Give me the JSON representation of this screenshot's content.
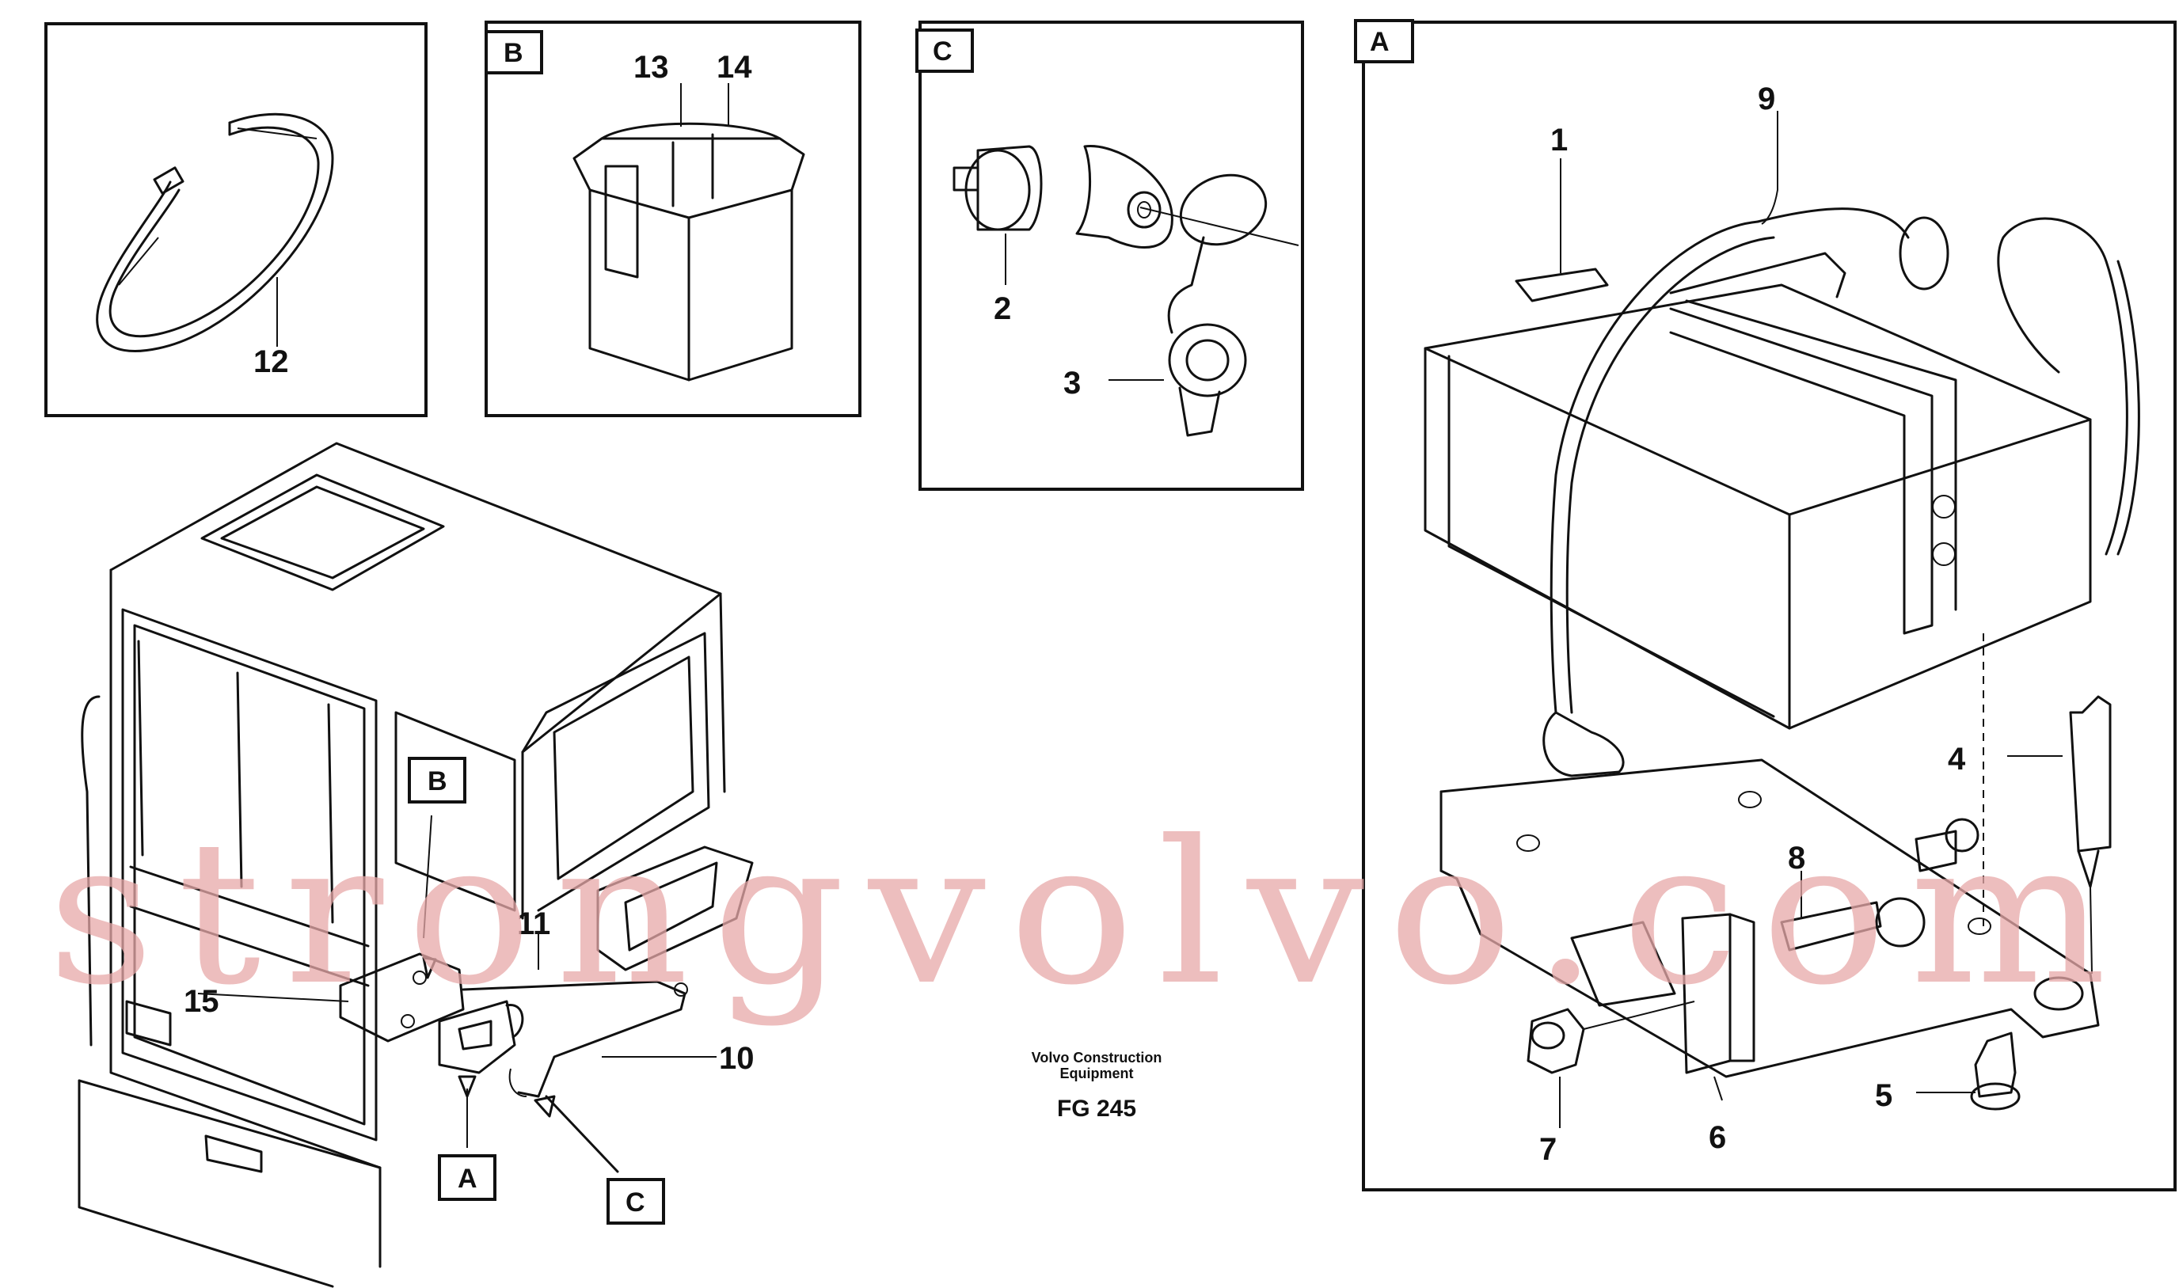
{
  "panels": {
    "strap": {
      "part": "12"
    },
    "B": {
      "letter": "B",
      "parts": [
        "13",
        "14"
      ]
    },
    "C": {
      "letter": "C",
      "parts": [
        "2",
        "3"
      ]
    },
    "A": {
      "letter": "A",
      "parts": [
        "1",
        "9",
        "4",
        "8",
        "5",
        "7",
        "6"
      ]
    }
  },
  "cab": {
    "refs": [
      "B",
      "A",
      "C"
    ],
    "parts": [
      "11",
      "15",
      "10"
    ]
  },
  "caption": {
    "line1": "Volvo Construction",
    "line2": "Equipment",
    "code": "FG 245"
  },
  "watermark": "strongvolvo.com"
}
